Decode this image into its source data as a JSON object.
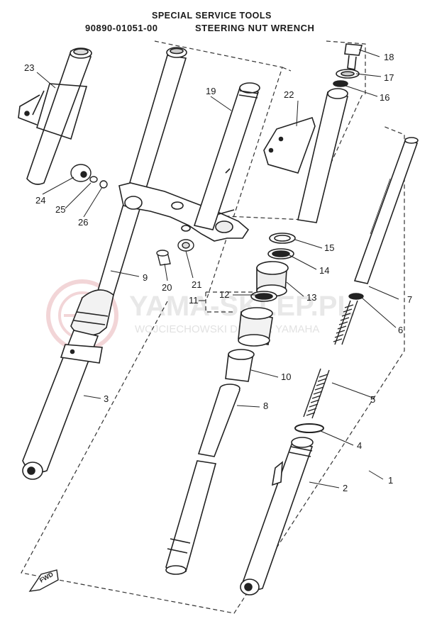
{
  "header": {
    "title": "SPECIAL SERVICE TOOLS",
    "part_number": "90890-01051-00",
    "tool_name": "STEERING NUT WRENCH"
  },
  "watermark": {
    "line1": "YAMA-SKLEP.PL",
    "line2": "WOJCIECHOWSKI DEALER YAMAHA",
    "color": "#e8b4b8"
  },
  "fwd_mark": "FWD",
  "callouts": [
    "1",
    "2",
    "3",
    "4",
    "5",
    "6",
    "7",
    "8",
    "9",
    "10",
    "11",
    "12",
    "13",
    "14",
    "15",
    "16",
    "17",
    "18",
    "19",
    "20",
    "21",
    "22",
    "23",
    "24",
    "25",
    "26"
  ]
}
